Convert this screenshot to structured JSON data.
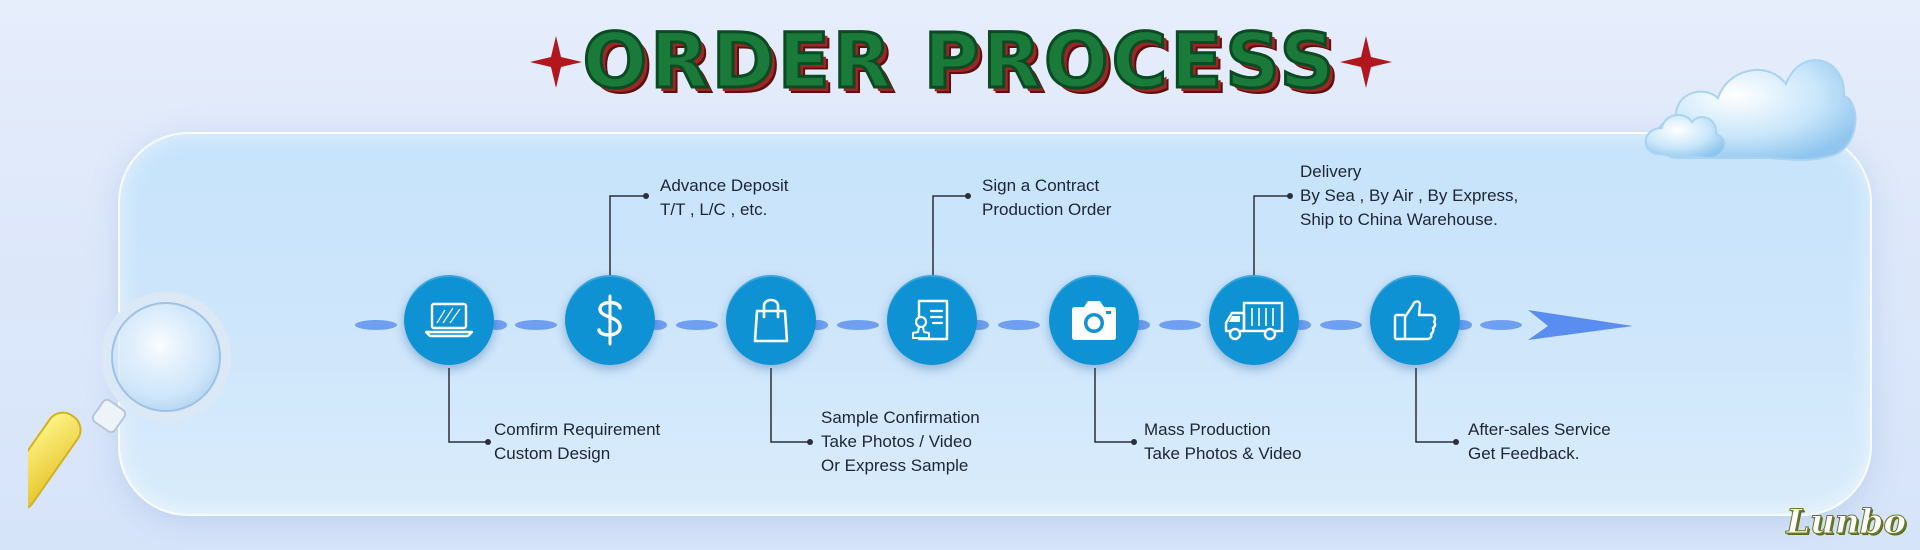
{
  "title": "ORDER PROCESS",
  "brand": "Lunbo",
  "colors": {
    "title_fill": "#1a7a3a",
    "title_shadow": "#9c2727",
    "star": "#b3161c",
    "circle": "#0f92d3",
    "dash": "#6f9ff0",
    "arrow": "#5a8df0"
  },
  "steps": [
    {
      "icon": "laptop-icon",
      "position": "below",
      "lines": [
        "Comfirm Requirement",
        "Custom Design"
      ]
    },
    {
      "icon": "dollar-icon",
      "position": "above",
      "lines": [
        "Advance Deposit",
        "T/T , L/C , etc."
      ]
    },
    {
      "icon": "shopping-bag-icon",
      "position": "below",
      "lines": [
        "Sample Confirmation",
        "Take Photos / Video",
        "Or Express Sample"
      ]
    },
    {
      "icon": "contract-stamp-icon",
      "position": "above",
      "lines": [
        "Sign a Contract",
        "Production Order"
      ]
    },
    {
      "icon": "camera-icon",
      "position": "below",
      "lines": [
        "Mass Production",
        "Take Photos & Video"
      ]
    },
    {
      "icon": "delivery-truck-icon",
      "position": "above",
      "lines": [
        "Delivery",
        "By Sea , By Air , By Express,",
        "Ship to China Warehouse."
      ]
    },
    {
      "icon": "thumbs-up-icon",
      "position": "below",
      "lines": [
        "After-sales Service",
        "Get Feedback."
      ]
    }
  ]
}
